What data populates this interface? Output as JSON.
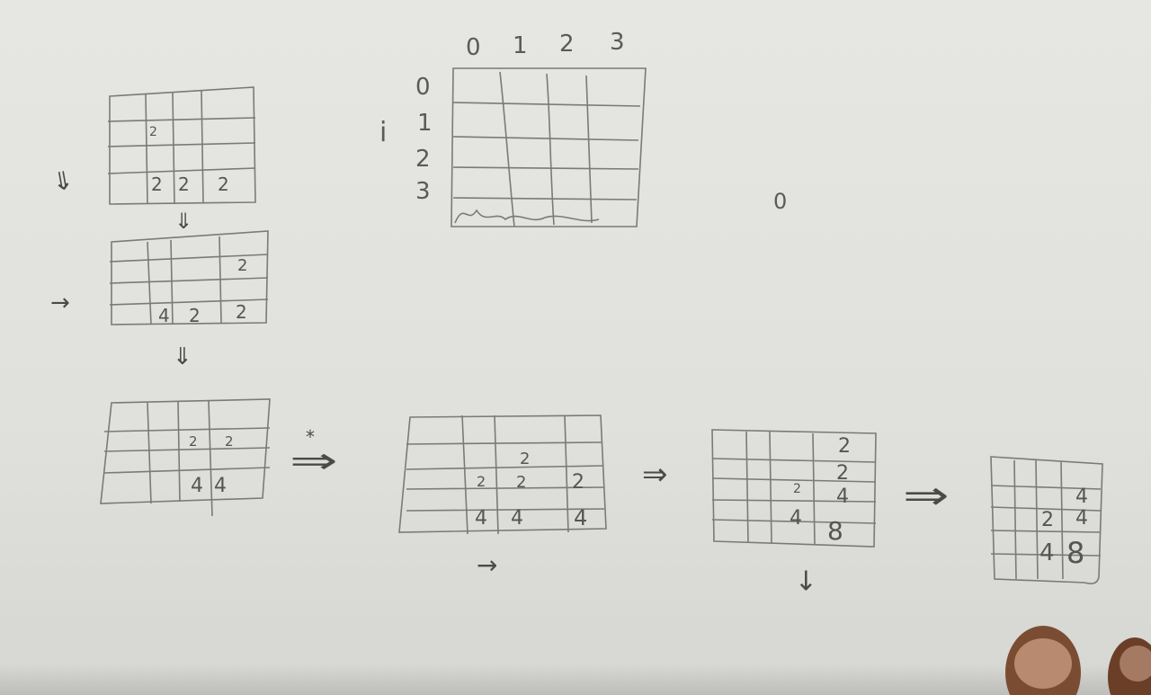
{
  "reference_grid": {
    "col_labels": [
      "0",
      "1",
      "2",
      "3"
    ],
    "row_labels": [
      "0",
      "1",
      "2",
      "3"
    ],
    "axis_label": "i",
    "side_mark": "0"
  },
  "step1": {
    "cells": [
      "2",
      "2",
      "2",
      "2"
    ]
  },
  "step2": {
    "cells": [
      "2",
      "4",
      "2",
      "2"
    ]
  },
  "step3": {
    "cells": [
      "2",
      "2",
      "4",
      "4"
    ]
  },
  "step4": {
    "cells": [
      "2",
      "2",
      "2",
      "2",
      "4",
      "4",
      "4"
    ]
  },
  "step5": {
    "cells": [
      "2",
      "2",
      "2",
      "4",
      "4",
      "8"
    ]
  },
  "step6": {
    "cells": [
      "4",
      "2",
      "4",
      "4",
      "8"
    ]
  },
  "arrows": {
    "down": "⇓",
    "right": "→",
    "double_right": "⇒",
    "star_label": "*"
  }
}
